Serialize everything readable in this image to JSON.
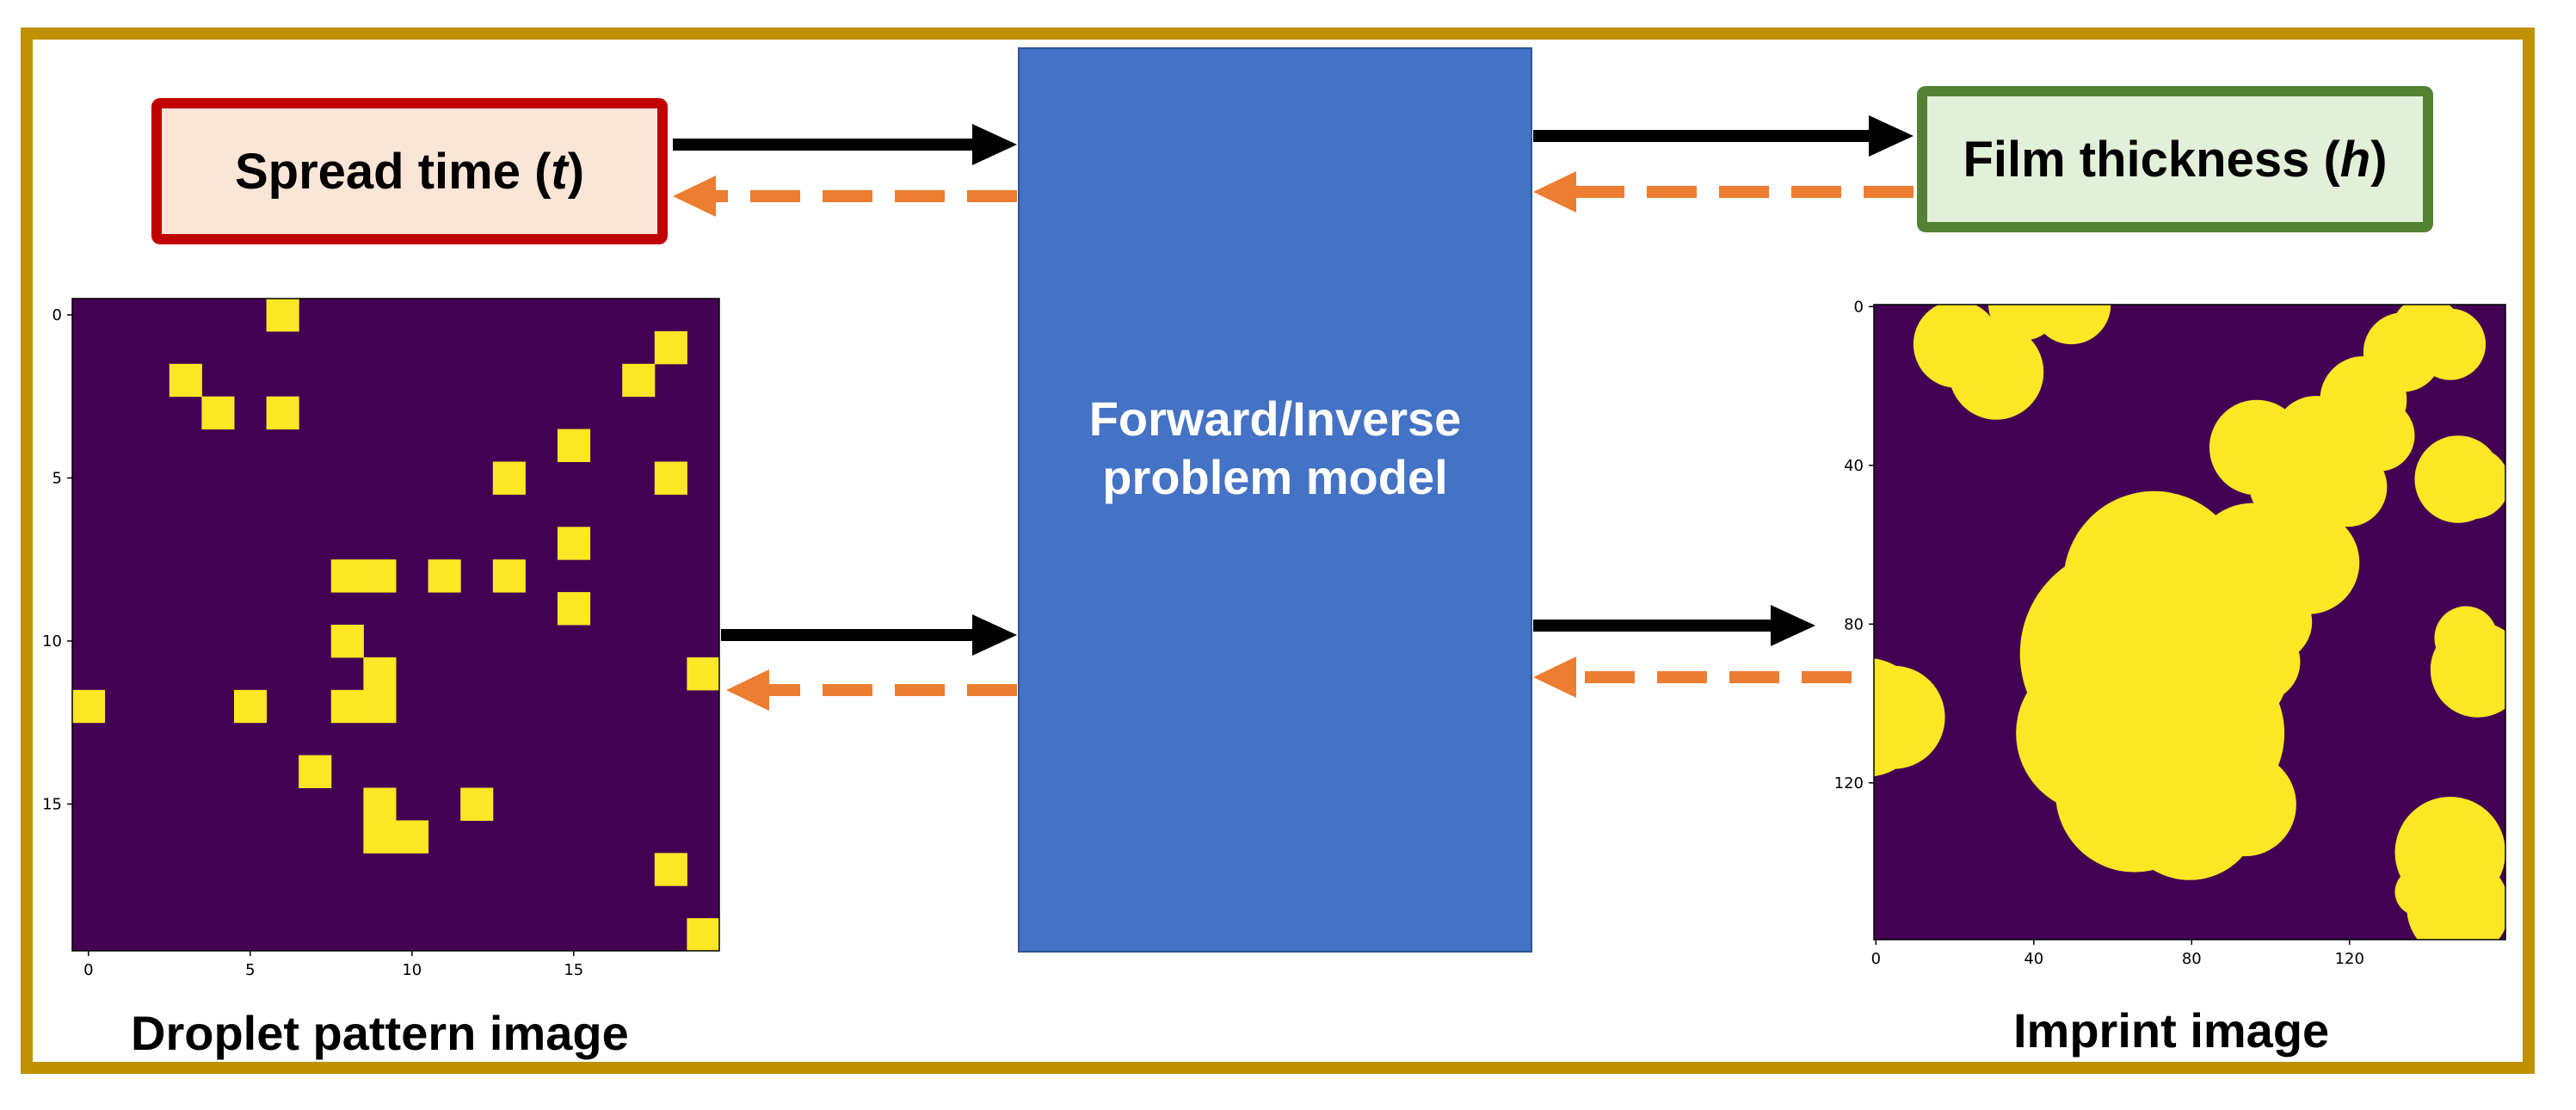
{
  "spread_box": {
    "label": "Spread time (",
    "var": "t",
    "close": ")"
  },
  "film_box": {
    "label": "Film thickness (",
    "var": "h",
    "close": ")"
  },
  "model_box": {
    "line1": "Forward/Inverse",
    "line2": "problem model"
  },
  "captions": {
    "droplet": "Droplet pattern image",
    "imprint": "Imprint image"
  },
  "droplet_plot": {
    "grid_size": 20,
    "yticks": [
      "0",
      "5",
      "10",
      "15"
    ],
    "xticks": [
      "0",
      "5",
      "10",
      "15"
    ],
    "cells": [
      [
        6,
        0
      ],
      [
        18,
        1
      ],
      [
        3,
        2
      ],
      [
        17,
        2
      ],
      [
        4,
        3
      ],
      [
        6,
        3
      ],
      [
        15,
        4
      ],
      [
        13,
        5
      ],
      [
        18,
        5
      ],
      [
        15,
        7
      ],
      [
        8,
        8
      ],
      [
        9,
        8
      ],
      [
        11,
        8
      ],
      [
        13,
        8
      ],
      [
        15,
        9
      ],
      [
        8,
        10
      ],
      [
        9,
        11
      ],
      [
        19,
        11
      ],
      [
        0,
        12
      ],
      [
        5,
        12
      ],
      [
        8,
        12
      ],
      [
        9,
        12
      ],
      [
        7,
        14
      ],
      [
        9,
        15
      ],
      [
        12,
        15
      ],
      [
        9,
        16
      ],
      [
        10,
        16
      ],
      [
        18,
        17
      ],
      [
        19,
        19
      ]
    ]
  },
  "imprint_plot": {
    "size": 160,
    "yticks": [
      "0",
      "40",
      "80",
      "120"
    ],
    "xticks": [
      "0",
      "40",
      "80",
      "120"
    ]
  },
  "colors": {
    "background": "#440154",
    "foreground": "#fde725",
    "forward_arrow": "#000000",
    "inverse_arrow": "#ed7d31"
  }
}
